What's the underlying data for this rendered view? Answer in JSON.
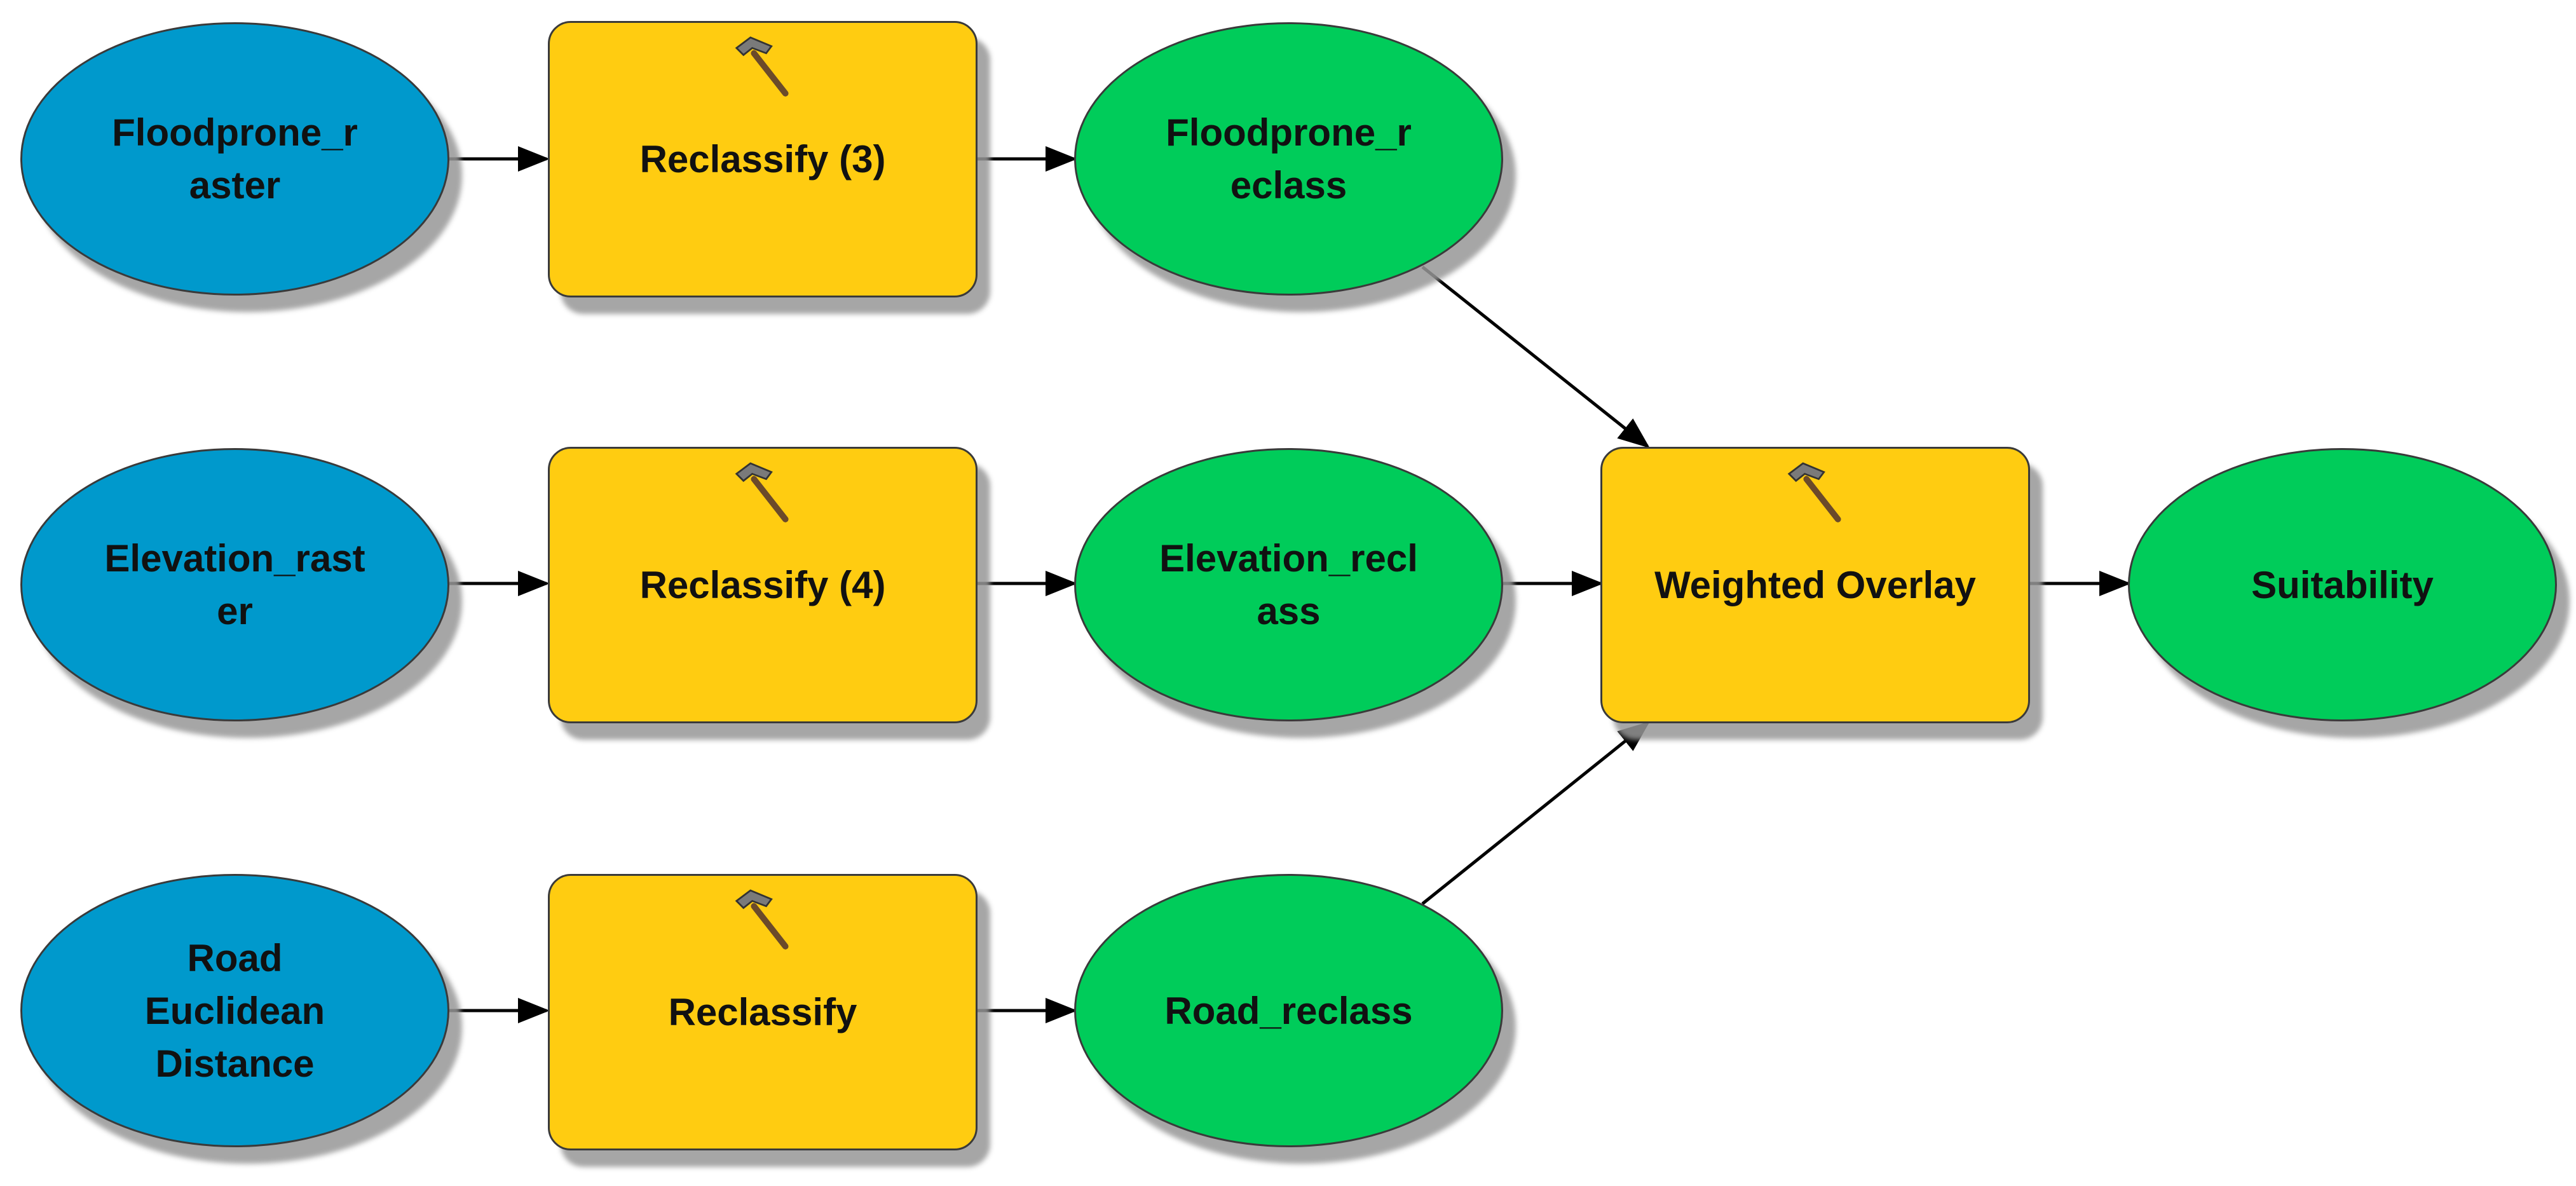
{
  "colors": {
    "input": "#0099cc",
    "output": "#00cc5a",
    "tool": "#ffcc11",
    "edge": "#000000"
  },
  "nodes": {
    "floodprone_raster": "Floodprone_r\naster",
    "elevation_raster": "Elevation_rast\ner",
    "road_distance": "Road\nEuclidean\nDistance",
    "reclassify_3": "Reclassify (3)",
    "reclassify_4": "Reclassify (4)",
    "reclassify": "Reclassify",
    "floodprone_reclass": "Floodprone_r\neclass",
    "elevation_reclass": "Elevation_recl\nass",
    "road_reclass": "Road_reclass",
    "weighted_overlay": "Weighted Overlay",
    "suitability": "Suitability"
  },
  "icons": {
    "tool": "hammer-icon"
  },
  "edges": [
    [
      "floodprone_raster",
      "reclassify_3"
    ],
    [
      "reclassify_3",
      "floodprone_reclass"
    ],
    [
      "elevation_raster",
      "reclassify_4"
    ],
    [
      "reclassify_4",
      "elevation_reclass"
    ],
    [
      "road_distance",
      "reclassify"
    ],
    [
      "reclassify",
      "road_reclass"
    ],
    [
      "floodprone_reclass",
      "weighted_overlay"
    ],
    [
      "elevation_reclass",
      "weighted_overlay"
    ],
    [
      "road_reclass",
      "weighted_overlay"
    ],
    [
      "weighted_overlay",
      "suitability"
    ]
  ]
}
